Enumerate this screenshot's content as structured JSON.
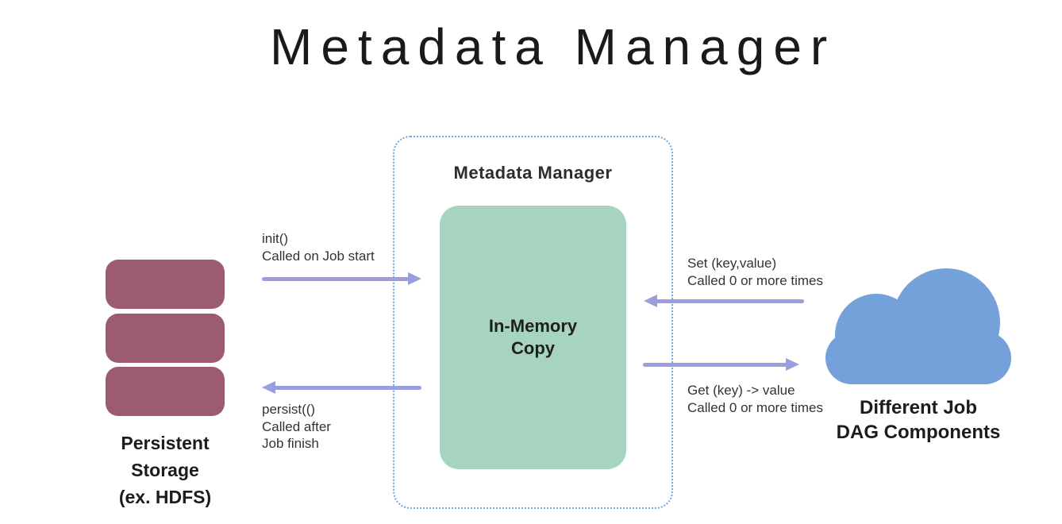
{
  "title": "Metadata Manager",
  "colors": {
    "storage_fill": "#9c5b72",
    "memory_fill": "#a7d4bf",
    "cloud_fill": "#74a1d9",
    "arrow": "#9a9edd",
    "dashed_border": "#70a6e9",
    "title_text": "#1a1a1a",
    "body_text": "#2d2d2d"
  },
  "manager": {
    "label": "Metadata Manager",
    "memory_box": {
      "lines": [
        "In-Memory",
        "Copy"
      ]
    }
  },
  "storage": {
    "lines": [
      "Persistent",
      "Storage",
      "(ex. HDFS)"
    ]
  },
  "cloud": {
    "lines": [
      "Different Job",
      "DAG Components"
    ]
  },
  "arrows": {
    "init": {
      "direction": "right",
      "lines": [
        "init()",
        "Called on Job start"
      ]
    },
    "persist": {
      "direction": "left",
      "lines": [
        "persist(()",
        "Called after",
        "Job finish"
      ]
    },
    "set": {
      "direction": "left",
      "lines": [
        "Set (key,value)",
        "Called 0 or more times"
      ]
    },
    "get": {
      "direction": "right",
      "lines": [
        "Get (key) -> value",
        "Called 0 or more times"
      ]
    }
  }
}
